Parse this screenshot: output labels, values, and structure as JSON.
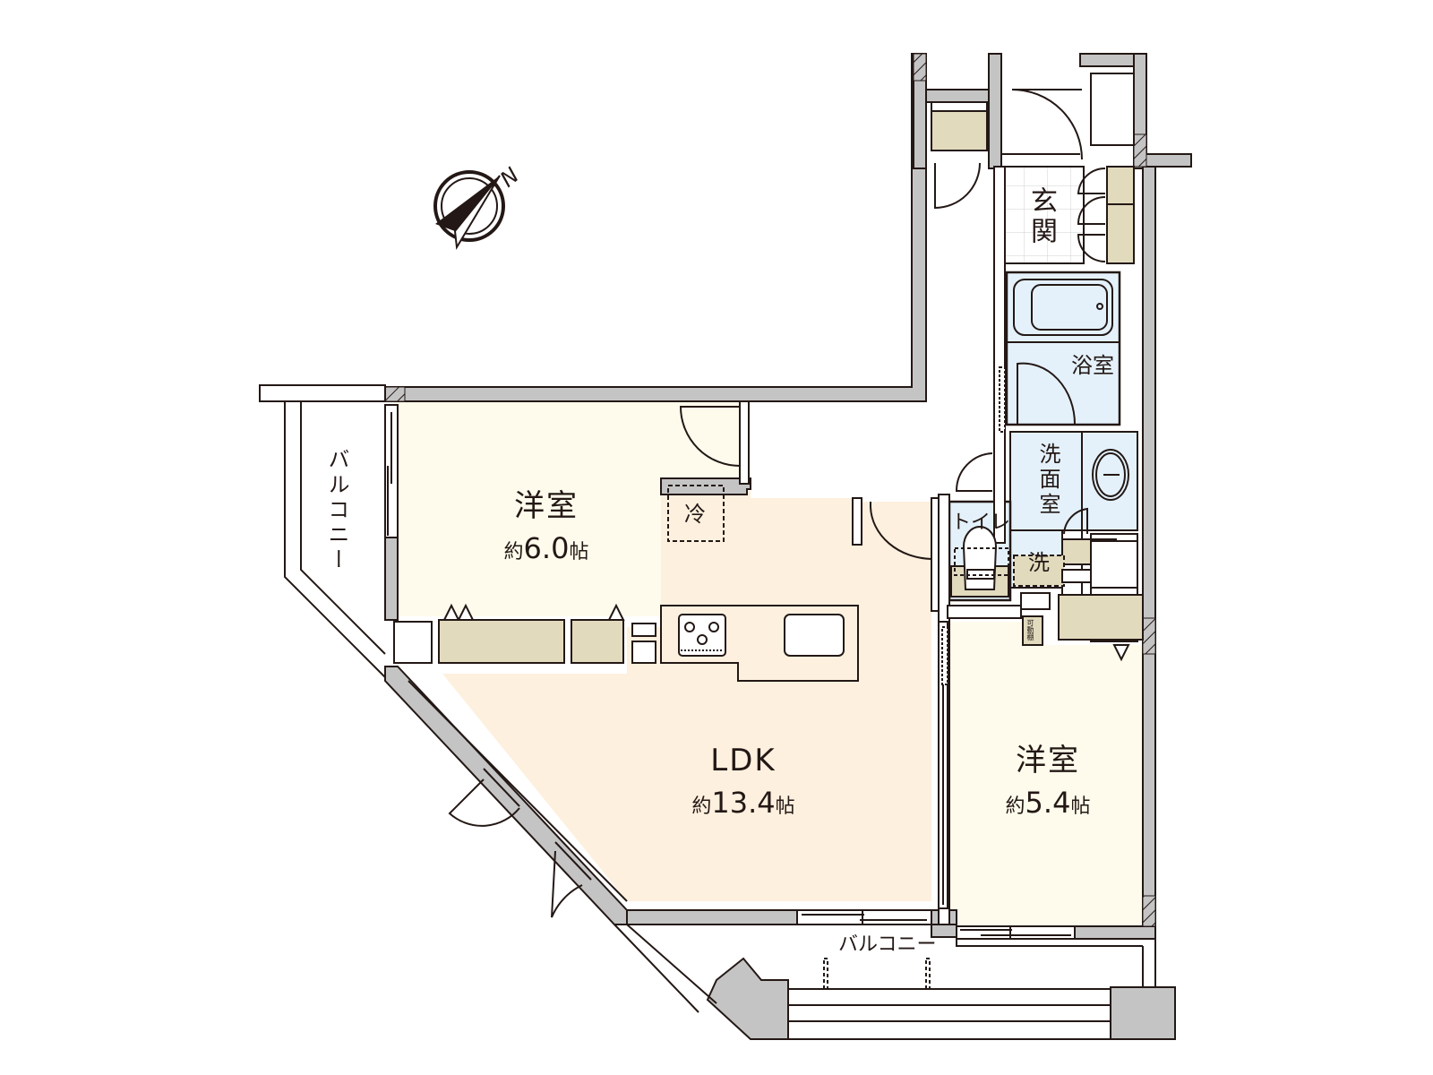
{
  "colors": {
    "wall": "#c4c4c4",
    "line": "#231815",
    "western_room": "#fefbec",
    "ldk": "#fdf0de",
    "wet_area": "#e4f1fb",
    "storage": "#e2dabd",
    "background": "#ffffff"
  },
  "compass": {
    "label": "N",
    "icon": "compass-icon"
  },
  "rooms": {
    "western_room_1": {
      "name": "洋室",
      "size_prefix": "約",
      "size_value": "6.0",
      "size_unit": "帖"
    },
    "ldk": {
      "name": "LDK",
      "size_prefix": "約",
      "size_value": "13.4",
      "size_unit": "帖"
    },
    "western_room_2": {
      "name": "洋室",
      "size_prefix": "約",
      "size_value": "5.4",
      "size_unit": "帖"
    },
    "entrance": {
      "name": "玄関"
    },
    "bathroom": {
      "name": "浴室"
    },
    "washroom": {
      "name": "洗面室"
    },
    "toilet": {
      "name": "トイレ"
    }
  },
  "fixtures": {
    "refrigerator": "冷",
    "washing_machine": "洗",
    "movable_shelf": "可動棚"
  },
  "balconies": {
    "west": "バルコニー",
    "south": "バルコニー"
  }
}
